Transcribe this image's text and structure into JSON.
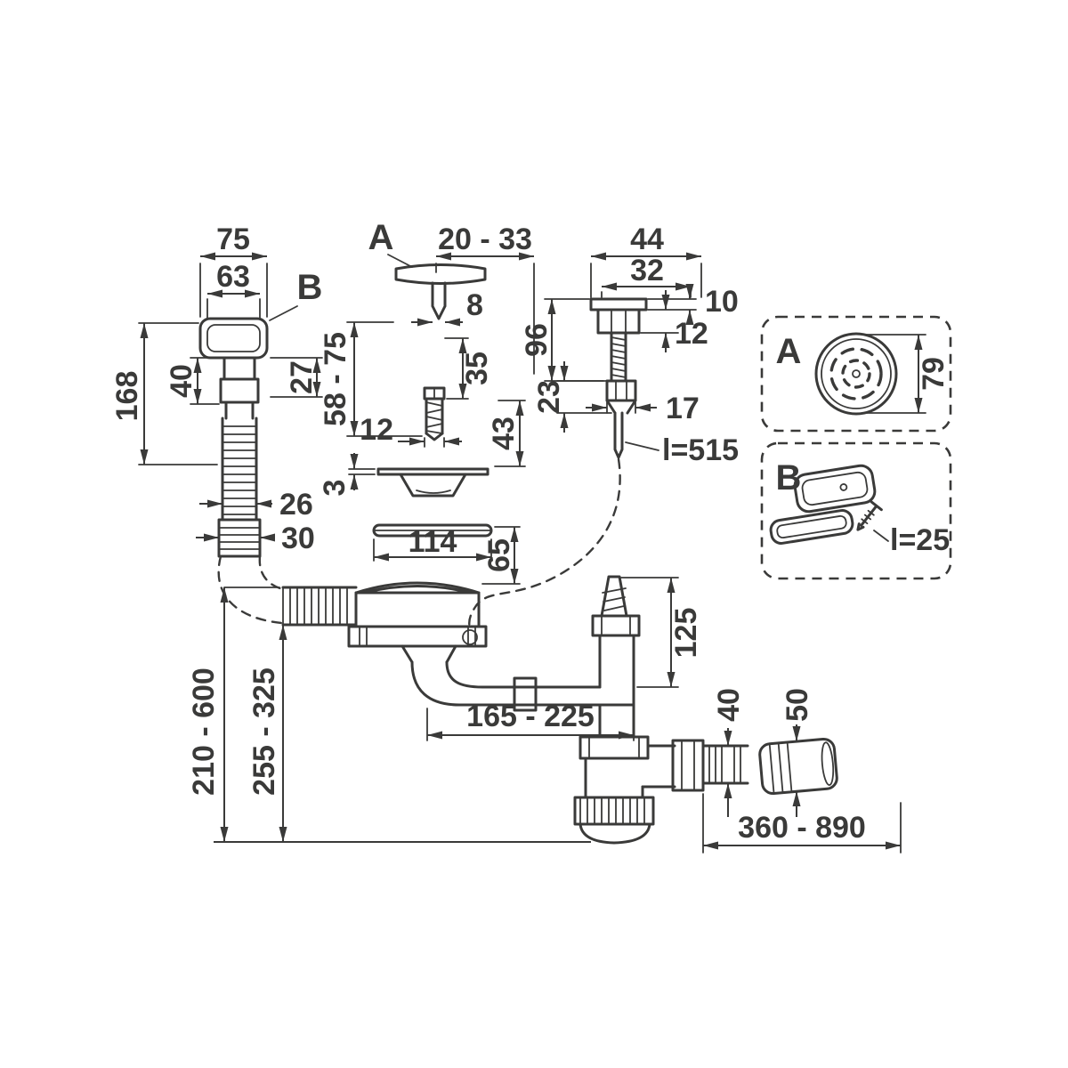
{
  "colors": {
    "ink": "#3a3a39",
    "background": "#ffffff"
  },
  "callout": {
    "a": "A",
    "b": "B"
  },
  "overflow": {
    "width": "75",
    "inner_width": "63",
    "length": "168",
    "head_height": "40",
    "neck_height": "27",
    "hose_od": "26",
    "fitting_od": "30"
  },
  "cap": {
    "height_range": "20 - 33",
    "stem_width": "8",
    "travel": "35",
    "screw_length": "12",
    "install_range": "58 - 75",
    "clearance": "43",
    "seal_thickness": "3",
    "flange_diameter": "114",
    "basket_offset": "65"
  },
  "pin": {
    "head_diameter": "44",
    "collar_diameter": "32",
    "head_height": "10",
    "collar_height": "12",
    "upper_length": "96",
    "guide_length": "23",
    "nut_width": "17",
    "total_length": "l=515"
  },
  "detail_a": {
    "label": "A",
    "cover_diameter": "79"
  },
  "detail_b": {
    "label": "B",
    "screw_length": "l=25"
  },
  "siphon": {
    "standpipe_height": "125",
    "horizontal_run": "165 - 225",
    "outlet_diameter": "40",
    "sleeve_diameter": "50",
    "overflow_hose_range": "210 - 600",
    "installed_depth_range": "255 - 325",
    "outlet_reach_range": "360 - 890"
  }
}
